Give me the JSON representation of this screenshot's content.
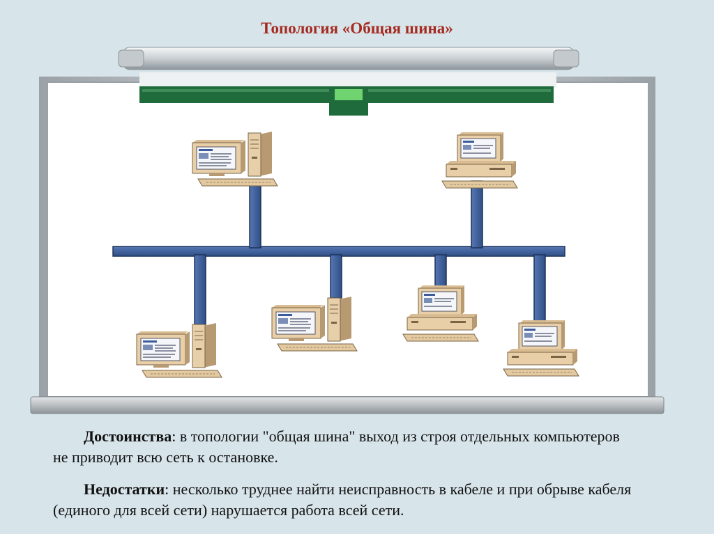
{
  "title": "Топология «Общая шина»",
  "advantages": {
    "label": "Достоинства",
    "text": ": в топологии \"общая шина\" выход из строя отдельных компьютеров не приводит всю сеть к остановке."
  },
  "disadvantages": {
    "label": "Недостатки",
    "text": ": несколько труднее найти неисправность в кабеле и при обрыве кабеля (единого для всей сети) нарушается работа всей сети."
  },
  "diagram": {
    "bus_color": "#3d5f9c",
    "board_color": "#ffffff",
    "frame_color": "#aeb4b9",
    "rail_color": "#1e6b3a",
    "computer_color": "#e8cfa8",
    "top_computers": 2,
    "bottom_computers": 4
  }
}
